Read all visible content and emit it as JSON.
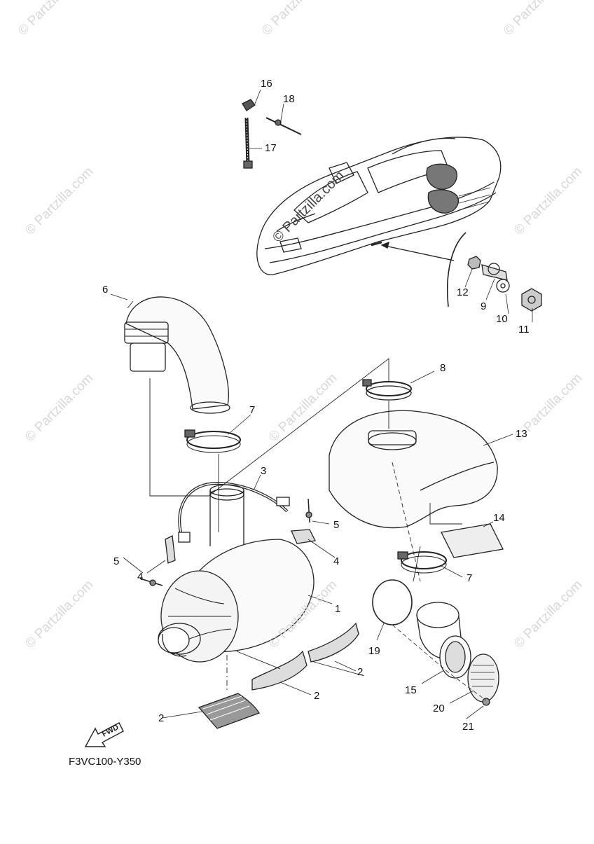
{
  "watermark": "© Partzilla.com",
  "diagram_code": "F3VC100-Y350",
  "fwd_label": "FWD",
  "callouts": [
    "1",
    "2",
    "2",
    "2",
    "2",
    "3",
    "4",
    "4",
    "5",
    "5",
    "6",
    "7",
    "7",
    "8",
    "9",
    "10",
    "11",
    "12",
    "13",
    "14",
    "15",
    "16",
    "17",
    "18",
    "19",
    "20",
    "21"
  ]
}
